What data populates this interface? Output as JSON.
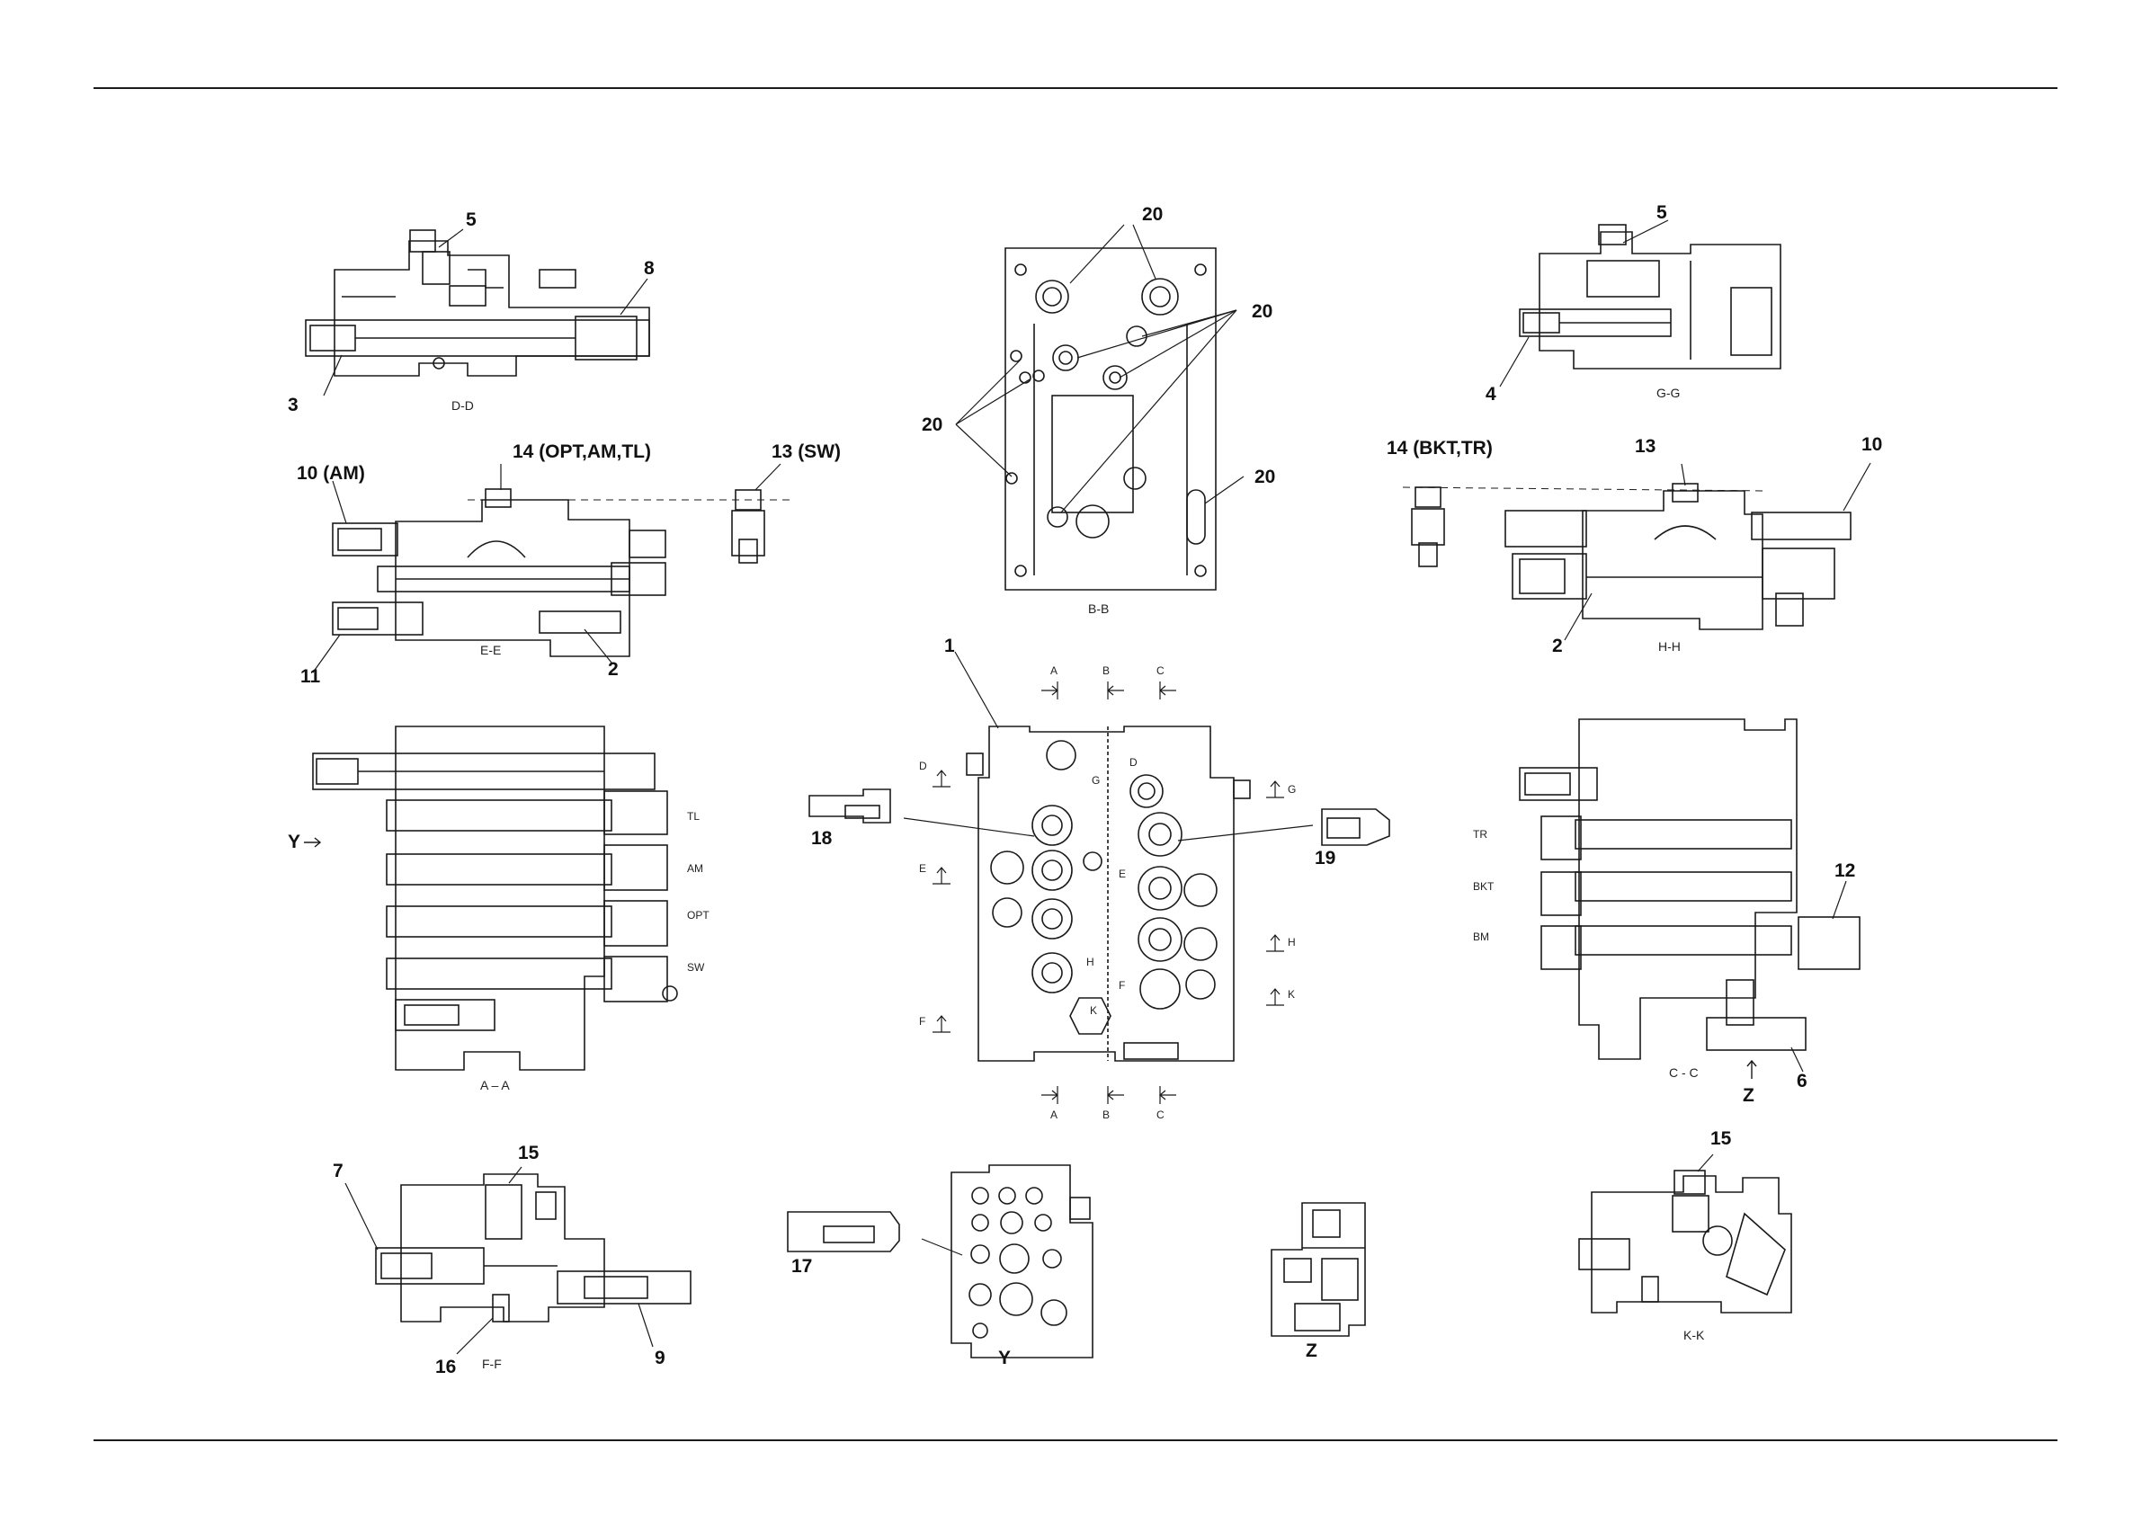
{
  "callouts": {
    "dd_5": "5",
    "dd_8": "8",
    "dd_3": "3",
    "bb_20a": "20",
    "bb_20b": "20",
    "bb_20c": "20",
    "bb_20d": "20",
    "gg_5": "5",
    "gg_4": "4",
    "ee_10": "10 (AM)",
    "ee_14": "14 (OPT,AM,TL)",
    "ee_13": "13 (SW)",
    "ee_11": "11",
    "ee_2": "2",
    "hh_14": "14 (BKT,TR)",
    "hh_13": "13",
    "hh_10": "10",
    "hh_2": "2",
    "main_1": "1",
    "main_18": "18",
    "main_19": "19",
    "cc_12": "12",
    "cc_6": "6",
    "cc_z": "Z",
    "ff_7": "7",
    "ff_15": "15",
    "ff_16": "16",
    "ff_9": "9",
    "y_17": "17",
    "y_label": "Y",
    "z_label": "Z",
    "kk_15": "15",
    "aa_y": "Y"
  },
  "captions": {
    "dd": "D-D",
    "bb": "B-B",
    "gg": "G-G",
    "ee": "E-E",
    "hh": "H-H",
    "aa": "A – A",
    "cc": "C - C",
    "ff": "F-F",
    "kk": "K-K"
  },
  "section_marks": {
    "top_a": "A",
    "top_b": "B",
    "top_c": "C",
    "bot_a": "A",
    "bot_b": "B",
    "bot_c": "C",
    "left_d": "D",
    "left_e": "E",
    "left_f": "F",
    "right_g": "G",
    "right_h": "H",
    "right_k": "K",
    "in_d": "D",
    "in_g": "G",
    "in_e": "E",
    "in_h": "H",
    "in_f": "F",
    "in_k": "K"
  },
  "spool_labels": {
    "aa": [
      "TL",
      "AM",
      "OPT",
      "SW"
    ],
    "cc": [
      "TR",
      "BKT",
      "BM"
    ]
  }
}
